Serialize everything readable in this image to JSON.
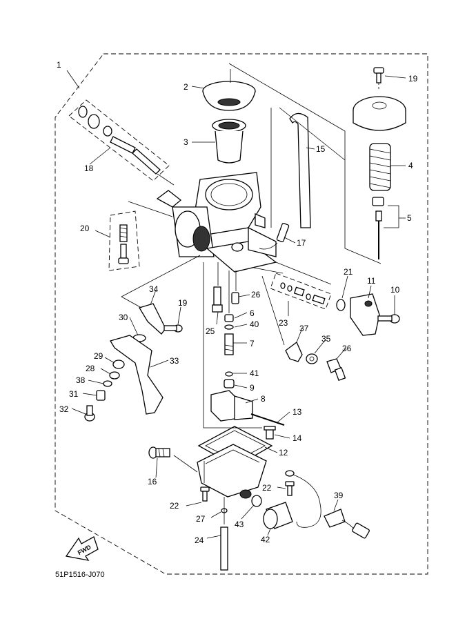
{
  "drawing_code": "51P1516-J070",
  "forward_label": "FWD",
  "callouts": [
    {
      "id": "c1",
      "label": "1"
    },
    {
      "id": "c2",
      "label": "2"
    },
    {
      "id": "c3",
      "label": "3"
    },
    {
      "id": "c4",
      "label": "4"
    },
    {
      "id": "c5",
      "label": "5"
    },
    {
      "id": "c6",
      "label": "6"
    },
    {
      "id": "c7",
      "label": "7"
    },
    {
      "id": "c8",
      "label": "8"
    },
    {
      "id": "c9",
      "label": "9"
    },
    {
      "id": "c10",
      "label": "10"
    },
    {
      "id": "c11",
      "label": "11"
    },
    {
      "id": "c12",
      "label": "12"
    },
    {
      "id": "c13",
      "label": "13"
    },
    {
      "id": "c14",
      "label": "14"
    },
    {
      "id": "c15",
      "label": "15"
    },
    {
      "id": "c16",
      "label": "16"
    },
    {
      "id": "c17",
      "label": "17"
    },
    {
      "id": "c18",
      "label": "18"
    },
    {
      "id": "c19a",
      "label": "19"
    },
    {
      "id": "c19b",
      "label": "19"
    },
    {
      "id": "c20",
      "label": "20"
    },
    {
      "id": "c21",
      "label": "21"
    },
    {
      "id": "c22a",
      "label": "22"
    },
    {
      "id": "c22b",
      "label": "22"
    },
    {
      "id": "c23",
      "label": "23"
    },
    {
      "id": "c24",
      "label": "24"
    },
    {
      "id": "c25",
      "label": "25"
    },
    {
      "id": "c26",
      "label": "26"
    },
    {
      "id": "c27",
      "label": "27"
    },
    {
      "id": "c28",
      "label": "28"
    },
    {
      "id": "c29",
      "label": "29"
    },
    {
      "id": "c30",
      "label": "30"
    },
    {
      "id": "c31",
      "label": "31"
    },
    {
      "id": "c32",
      "label": "32"
    },
    {
      "id": "c33",
      "label": "33"
    },
    {
      "id": "c34",
      "label": "34"
    },
    {
      "id": "c35",
      "label": "35"
    },
    {
      "id": "c36",
      "label": "36"
    },
    {
      "id": "c37",
      "label": "37"
    },
    {
      "id": "c38",
      "label": "38"
    },
    {
      "id": "c39",
      "label": "39"
    },
    {
      "id": "c40",
      "label": "40"
    },
    {
      "id": "c41",
      "label": "41"
    },
    {
      "id": "c42",
      "label": "42"
    },
    {
      "id": "c43",
      "label": "43"
    }
  ]
}
